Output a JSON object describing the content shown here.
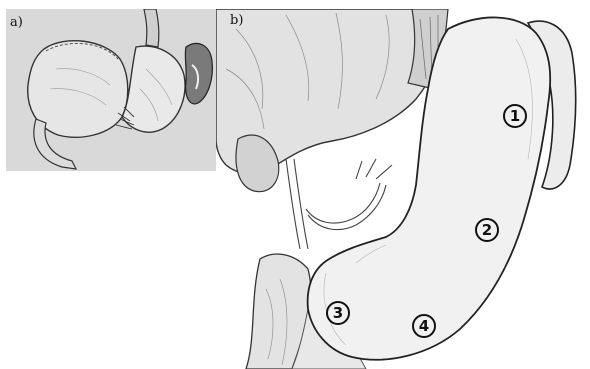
{
  "panels": {
    "a": {
      "label": "a)"
    },
    "b": {
      "label": "b)"
    }
  },
  "regions": [
    {
      "number": "1"
    },
    {
      "number": "2"
    },
    {
      "number": "3"
    },
    {
      "number": "4"
    }
  ],
  "colors": {
    "panel_a_background": "#d9d9d9",
    "organ_fill": "#e4e4e4",
    "stomach_fill": "#f1f1f1",
    "dark_organ": "#7a7a7a",
    "outline": "#222222"
  }
}
